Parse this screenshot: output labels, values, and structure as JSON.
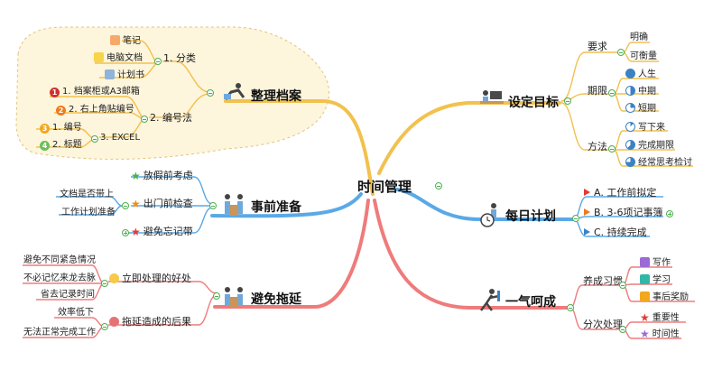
{
  "center": "时间管理",
  "branches": {
    "archive": {
      "title": "整理档案",
      "classify": {
        "label": "1. 分类",
        "items": [
          "笔记",
          "电脑文档",
          "计划书"
        ]
      },
      "numbering": {
        "label": "2. 编号法",
        "items": [
          "1. 档案柜或A3邮箱",
          "2. 右上角贴编号"
        ]
      },
      "excel": {
        "label": "3. EXCEL",
        "items": [
          "1. 编号",
          "2. 标题"
        ]
      }
    },
    "prepare": {
      "title": "事前准备",
      "holiday": "放假前考虑",
      "check": {
        "label": "出门前检查",
        "items": [
          "文档是否带上",
          "工作计划准备"
        ]
      },
      "forget": "避免忘记带"
    },
    "delay": {
      "title": "避免拖延",
      "benefit": {
        "label": "立即处理的好处",
        "items": [
          "避免不同紧急情况",
          "不必记忆来龙去脉",
          "省去记录时间"
        ]
      },
      "consequence": {
        "label": "拖延造成的后果",
        "items": [
          "效率低下",
          "无法正常完成工作"
        ]
      }
    },
    "goal": {
      "title": "设定目标",
      "requirement": {
        "label": "要求",
        "items": [
          "明确",
          "可衡量"
        ]
      },
      "period": {
        "label": "期限",
        "items": [
          "人生",
          "中期",
          "短期"
        ]
      },
      "method": {
        "label": "方法",
        "items": [
          "写下来",
          "完成期限",
          "经常思考检讨"
        ]
      }
    },
    "daily": {
      "title": "每日计划",
      "items": [
        "A. 工作前拟定",
        "B. 3-6项记事簿",
        "C. 持续完成"
      ]
    },
    "oneshot": {
      "title": "一气呵成",
      "habit": {
        "label": "养成习惯",
        "items": [
          "写作",
          "学习",
          "事后奖励"
        ]
      },
      "steps": {
        "label": "分次处理",
        "items": [
          "重要性",
          "时间性"
        ]
      }
    }
  },
  "colors": {
    "archive": "#f2c14e",
    "prepare": "#5aa9e6",
    "delay": "#ef7b7b",
    "goal": "#f2c14e",
    "daily": "#5aa9e6",
    "oneshot": "#ef7b7b",
    "toggle": "#4caf50"
  }
}
